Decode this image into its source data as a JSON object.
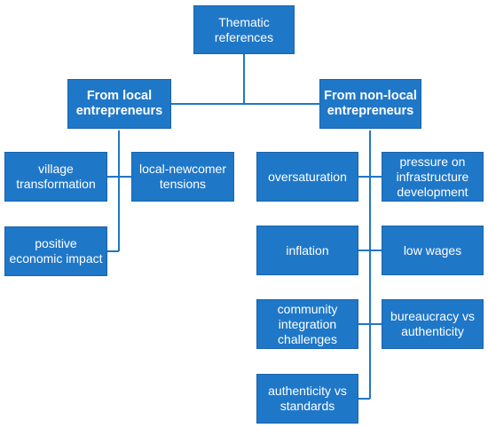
{
  "root": {
    "label": "Thematic\nreferences"
  },
  "branches": {
    "local": {
      "label": "From local\nentrepreneurs",
      "items": [
        {
          "label": "village\ntransformation"
        },
        {
          "label": "local-newcomer\ntensions"
        },
        {
          "label": "positive\neconomic impact"
        }
      ]
    },
    "nonlocal": {
      "label": "From non-local\nentrepreneurs",
      "items": [
        {
          "label": "oversaturation"
        },
        {
          "label": "pressure on\ninfrastructure\ndevelopment"
        },
        {
          "label": "inflation"
        },
        {
          "label": "low wages"
        },
        {
          "label": "community\nintegration\nchallenges"
        },
        {
          "label": "bureaucracy vs\nauthenticity"
        },
        {
          "label": "authenticity vs\nstandards"
        }
      ]
    }
  },
  "colors": {
    "box_fill": "#1f77c8",
    "box_border": "#1a64ab",
    "connector": "#1f77c8",
    "text": "#ffffff"
  }
}
